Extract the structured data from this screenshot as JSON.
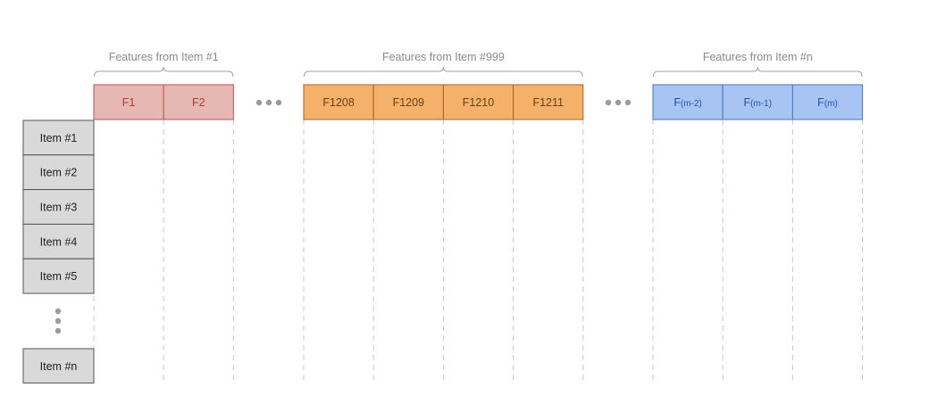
{
  "groups": [
    {
      "label": "Features from Item #1",
      "theme": "red",
      "cells": [
        {
          "main": "F1",
          "sub": ""
        },
        {
          "main": "F2",
          "sub": ""
        }
      ]
    },
    {
      "label": "Features from Item #999",
      "theme": "orange",
      "cells": [
        {
          "main": "F1208",
          "sub": ""
        },
        {
          "main": "F1209",
          "sub": ""
        },
        {
          "main": "F1210",
          "sub": ""
        },
        {
          "main": "F1211",
          "sub": ""
        }
      ]
    },
    {
      "label": "Features from Item #n",
      "theme": "blue",
      "cells": [
        {
          "main": "F",
          "sub": "(m-2)"
        },
        {
          "main": "F",
          "sub": "(m-1)"
        },
        {
          "main": "F",
          "sub": "(m)"
        }
      ]
    }
  ],
  "items": [
    "Item #1",
    "Item #2",
    "Item #3",
    "Item #4",
    "Item #5"
  ],
  "last_item": "Item #n",
  "colors": {
    "red_fill": "#e6b8b3",
    "red_stroke": "#b85450",
    "red_text": "#b83a32",
    "orange_fill": "#f5b06a",
    "orange_stroke": "#a0652a",
    "orange_text": "#6a4010",
    "blue_fill": "#a8c4f2",
    "blue_stroke": "#4a74b8",
    "blue_text": "#1f55a8",
    "item_fill": "#d9d9d9",
    "item_stroke": "#555555",
    "brace": "#a0a0a0",
    "dashed": "#c8c8c8",
    "dots": "#9a9a9a"
  }
}
